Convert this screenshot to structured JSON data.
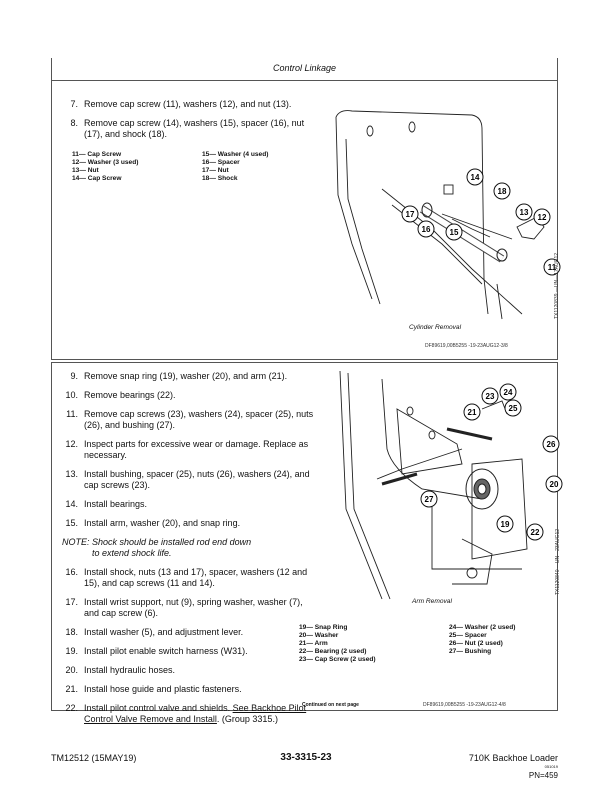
{
  "header": {
    "title": "Control Linkage"
  },
  "section1": {
    "steps": [
      {
        "num": "7.",
        "text": "Remove cap screw (11), washers (12), and nut (13)."
      },
      {
        "num": "8.",
        "text": "Remove cap screw (14), washers (15), spacer (16), nut (17), and shock (18)."
      }
    ],
    "legend_col1": [
      "11— Cap Screw",
      "12— Washer (3 used)",
      "13— Nut",
      "14— Cap Screw"
    ],
    "legend_col2": [
      "15— Washer (4 used)",
      "16— Spacer",
      "17— Nut",
      "18— Shock"
    ],
    "figure_caption": "Cylinder Removal",
    "figure_code": "TX1120839 —UN—17AUG12",
    "footer_code": "DF89619,00B5255 -19-23AUG12-3/8",
    "callouts": [
      "14",
      "18",
      "17",
      "16",
      "15",
      "13",
      "12",
      "11"
    ]
  },
  "section2": {
    "steps": [
      {
        "num": "9.",
        "text": "Remove snap ring (19), washer (20), and arm (21)."
      },
      {
        "num": "10.",
        "text": "Remove bearings (22)."
      },
      {
        "num": "11.",
        "text": "Remove cap screws (23), washers (24), spacer (25), nuts (26), and bushing (27)."
      },
      {
        "num": "12.",
        "text": "Inspect parts for excessive wear or damage. Replace as necessary."
      },
      {
        "num": "13.",
        "text": "Install bushing, spacer (25), nuts (26), washers (24), and cap screws (23)."
      },
      {
        "num": "14.",
        "text": "Install bearings."
      },
      {
        "num": "15.",
        "text": "Install arm, washer (20), and snap ring."
      }
    ],
    "note_line1": "NOTE: Shock should be installed rod end down",
    "note_line2": "to extend shock life.",
    "steps_b": [
      {
        "num": "16.",
        "text": "Install shock, nuts (13 and 17), spacer, washers (12 and 15), and cap screws (11 and 14)."
      },
      {
        "num": "17.",
        "text": "Install wrist support, nut (9), spring washer, washer (7), and cap screw (6)."
      },
      {
        "num": "18.",
        "text": "Install washer (5), and adjustment lever."
      },
      {
        "num": "19.",
        "text": "Install pilot enable switch harness (W31)."
      },
      {
        "num": "20.",
        "text": "Install hydraulic hoses."
      },
      {
        "num": "21.",
        "text": "Install hose guide and plastic fasteners."
      }
    ],
    "step22_num": "22.",
    "step22_text": "Install pilot control valve and shields.",
    "step22_link": "See Backhoe Pilot Control Valve Remove and Install",
    "step22_tail": ". (Group 3315.)",
    "legend_col1": [
      "19— Snap Ring",
      "20— Washer",
      "21— Arm",
      "22— Bearing (2 used)",
      "23— Cap Screw (2 used)"
    ],
    "legend_col2": [
      "24— Washer (2 used)",
      "25— Spacer",
      "26— Nut (2 used)",
      "27— Bushing"
    ],
    "figure_caption": "Arm Removal",
    "figure_code": "TX1120840 —UN—23AUG12",
    "continued": "Continued on next page",
    "footer_code": "DF89619,00B5255 -19-23AUG12-4/8",
    "callouts": [
      "23",
      "24",
      "21",
      "25",
      "26",
      "20",
      "27",
      "19",
      "22"
    ]
  },
  "footer": {
    "left": "TM12512 (15MAY19)",
    "center": "33-3315-23",
    "right": "710K Backhoe Loader",
    "small": "051019",
    "pn": "PN=459"
  }
}
